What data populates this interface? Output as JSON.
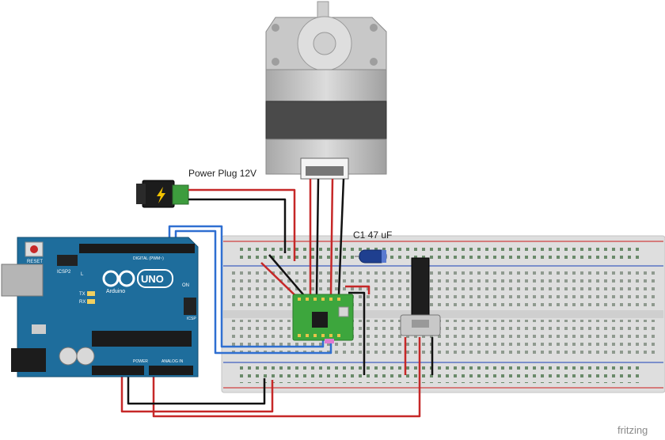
{
  "labels": {
    "power_plug": "Power Plug 12V",
    "capacitor": "C1 47 uF",
    "watermark": "fritzing"
  },
  "arduino": {
    "logo_text": "UNO",
    "brand_text": "Arduino",
    "reset_text": "RESET",
    "icsp2_text": "ICSP2",
    "icsp_text": "ICSP",
    "digital_text": "DIGITAL (PWM~)",
    "power_text": "POWER",
    "analog_text": "ANALOG IN",
    "on_text": "ON",
    "l_text": "L",
    "tx_text": "TX",
    "rx_text": "RX"
  },
  "colors": {
    "board_blue": "#1e6d9c",
    "breadboard": "#dcdcdc",
    "wire_red": "#c62828",
    "wire_black": "#111111",
    "wire_blue": "#2f6fd1",
    "driver_green": "#3da63d",
    "rail_red": "#d04040",
    "rail_blue": "#4060c0"
  }
}
